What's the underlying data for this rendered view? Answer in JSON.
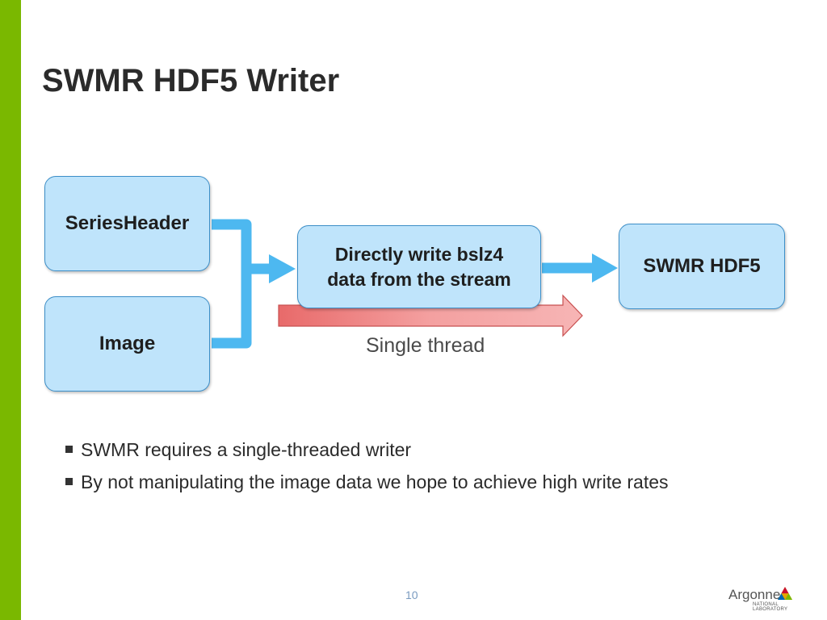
{
  "slide": {
    "title": "SWMR HDF5 Writer",
    "page_number": "10"
  },
  "diagram": {
    "series_header": "SeriesHeader",
    "image": "Image",
    "direct_write_line1": "Directly write bslz4",
    "direct_write_line2": "data from the stream",
    "swmr_hdf5": "SWMR HDF5",
    "single_thread": "Single thread"
  },
  "bullets": [
    "SWMR requires a single-threaded writer",
    "By not manipulating the image data we hope to achieve high write rates"
  ],
  "logo": {
    "name": "Argonne",
    "subtitle": "NATIONAL LABORATORY"
  },
  "colors": {
    "accent_green": "#7ab800",
    "box_fill": "#bfe4fb",
    "connector_blue": "#4db8f0",
    "thread_arrow": "#f08080"
  }
}
